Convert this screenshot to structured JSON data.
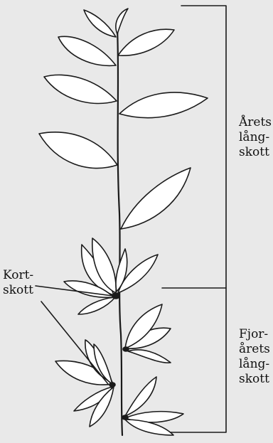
{
  "labels": {
    "current_year_shoot": [
      "Årets",
      "lång-",
      "skott"
    ],
    "previous_year_shoot": [
      "Fjor-",
      "årets",
      "lång-",
      "skott"
    ],
    "short_shoots": [
      "Kort-",
      "skott"
    ]
  },
  "colors": {
    "line": "#1a1a1a",
    "leaf_fill": "#ffffff",
    "background": "#e9e9e9"
  }
}
